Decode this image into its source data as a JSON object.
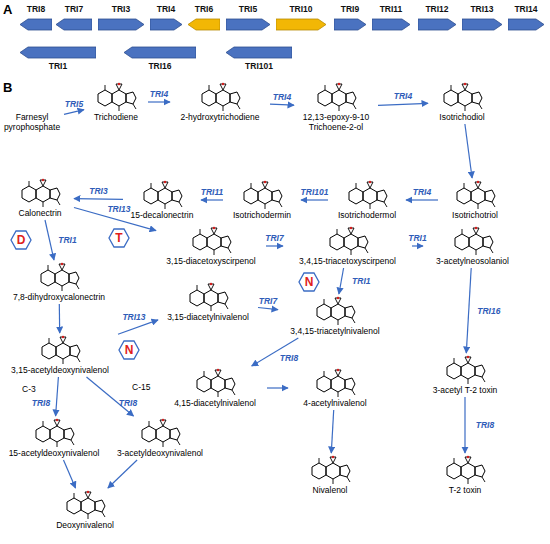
{
  "diagram": {
    "nodes": [
      {
        "text": [
          "TRI8"
        ]
      },
      {
        "text": [
          "TRI7"
        ]
      },
      {
        "text": [
          "TRI3"
        ]
      },
      {
        "text": [
          "TRI4"
        ]
      },
      {
        "text": [
          "TRI6"
        ]
      },
      {
        "text": [
          "TRI5"
        ]
      },
      {
        "text": [
          "TRI10"
        ]
      },
      {
        "text": [
          "TRI9"
        ]
      },
      {
        "text": [
          "TRI11"
        ]
      },
      {
        "text": [
          "TRI12"
        ]
      },
      {
        "text": [
          "TRI13"
        ]
      },
      {
        "text": [
          "TRI14"
        ]
      },
      {
        "text": [
          "TRI1"
        ]
      },
      {
        "text": [
          "TRI16"
        ]
      },
      {
        "text": [
          "TRI101"
        ]
      },
      {
        "text": [
          "Farnesyl pyrophosphate"
        ]
      },
      {
        "text": [
          "Trichodiene"
        ]
      },
      {
        "text": [
          "2-hydroxytrichodiene"
        ]
      },
      {
        "text": [
          "12,13-epoxy-9-10 Trichoene-2-ol"
        ]
      },
      {
        "text": [
          "Isotrichodiol"
        ]
      },
      {
        "text": [
          "Isotrichotriol"
        ]
      },
      {
        "text": [
          "Isotrichodermol"
        ]
      },
      {
        "text": [
          "Isotrichodermin"
        ]
      },
      {
        "text": [
          "15-decalonectrin"
        ]
      },
      {
        "text": [
          "Calonectrin"
        ]
      },
      {
        "text": [
          "7,8-dihydroxycalonectrin"
        ]
      },
      {
        "text": [
          "3,15-diacetoxyscirpenol"
        ]
      },
      {
        "text": [
          "3,4,15-triacetoxyscirpenol"
        ]
      },
      {
        "text": [
          "3-acetylneosolaniol"
        ]
      },
      {
        "text": [
          "3,15-acetyldeoxynivalenol"
        ]
      },
      {
        "text": [
          "3,15-diacetylnivalenol"
        ]
      },
      {
        "text": [
          "3,4,15-triacetylnivalenol"
        ]
      },
      {
        "text": [
          "4,15-diacetylnivalenol"
        ]
      },
      {
        "text": [
          "4-acetylnivalenol"
        ]
      },
      {
        "text": [
          "3-acetyl T-2 toxin"
        ]
      },
      {
        "text": [
          "15-acetyldeoxynivalenol"
        ]
      },
      {
        "text": [
          "3-acetyldeoxynivalenol"
        ]
      },
      {
        "text": [
          "Deoxynivalenol"
        ]
      },
      {
        "text": [
          "Nivalenol"
        ]
      },
      {
        "text": [
          "T-2 toxin"
        ]
      },
      {
        "text": [
          "D"
        ]
      },
      {
        "text": [
          "T"
        ]
      },
      {
        "text": [
          "N"
        ]
      },
      {
        "text": [
          "N"
        ]
      }
    ],
    "edges": [
      {
        "from": 15,
        "to": 16,
        "arrow": "to",
        "label": "TRI5"
      },
      {
        "from": 16,
        "to": 17,
        "arrow": "to",
        "label": "TRI4"
      },
      {
        "from": 17,
        "to": 18,
        "arrow": "to",
        "label": "TRI4"
      },
      {
        "from": 18,
        "to": 19,
        "arrow": "to",
        "label": "TRI4"
      },
      {
        "from": 19,
        "to": 20,
        "arrow": "to"
      },
      {
        "from": 20,
        "to": 21,
        "arrow": "to",
        "label": "TRI4"
      },
      {
        "from": 21,
        "to": 22,
        "arrow": "to",
        "label": "TRI101"
      },
      {
        "from": 22,
        "to": 23,
        "arrow": "to",
        "label": "TRI11"
      },
      {
        "from": 23,
        "to": 24,
        "arrow": "to",
        "label": "TRI3"
      },
      {
        "from": 24,
        "to": 25,
        "arrow": "to",
        "label": "TRI1"
      },
      {
        "from": 24,
        "to": 26,
        "arrow": "to",
        "label": "TRI13"
      },
      {
        "from": 26,
        "to": 27,
        "arrow": "to",
        "label": "TRI7"
      },
      {
        "from": 27,
        "to": 28,
        "arrow": "to",
        "label": "TRI1"
      },
      {
        "from": 27,
        "to": 31,
        "arrow": "to",
        "label": "TRI1"
      },
      {
        "from": 28,
        "to": 34,
        "arrow": "to",
        "label": "TRI16"
      },
      {
        "from": 34,
        "to": 39,
        "arrow": "to",
        "label": "TRI8"
      },
      {
        "from": 25,
        "to": 29,
        "arrow": "to"
      },
      {
        "from": 29,
        "to": 30,
        "arrow": "to",
        "label": "TRI13"
      },
      {
        "from": 30,
        "to": 31,
        "arrow": "to",
        "label": "TRI7"
      },
      {
        "from": 31,
        "to": 32,
        "arrow": "to",
        "label": "TRI8"
      },
      {
        "from": 32,
        "to": 33,
        "arrow": "to"
      },
      {
        "from": 33,
        "to": 38,
        "arrow": "to"
      },
      {
        "from": 29,
        "to": 35,
        "arrow": "to",
        "label": "TRI8"
      },
      {
        "from": 29,
        "to": 36,
        "arrow": "to",
        "label": "TRI8"
      },
      {
        "from": 35,
        "to": 37,
        "arrow": "to"
      },
      {
        "from": 36,
        "to": 37,
        "arrow": "to"
      }
    ],
    "labels": [
      "A",
      "B",
      "C-3",
      "C-15"
    ]
  }
}
